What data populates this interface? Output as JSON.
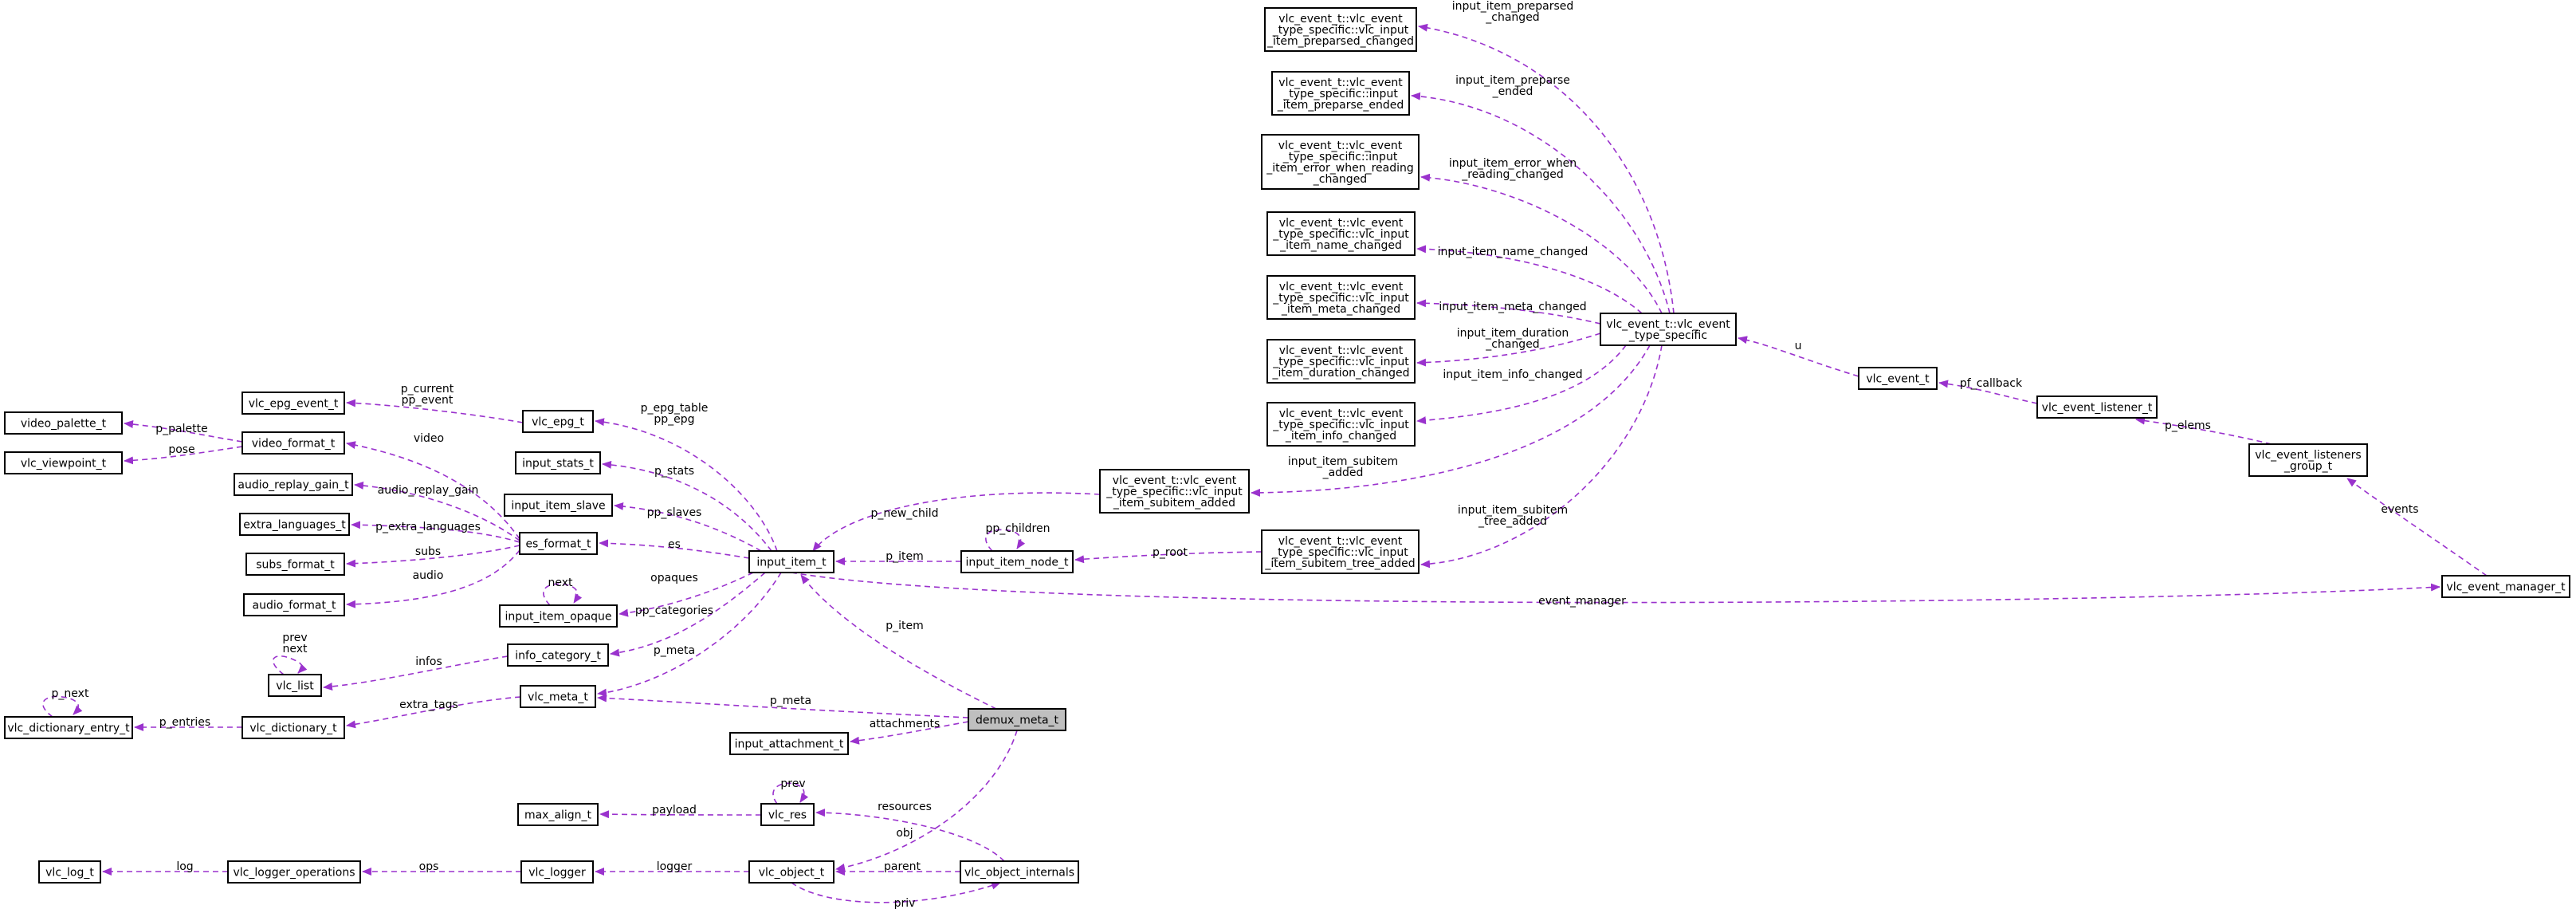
{
  "colors": {
    "edge": "#9a32cd",
    "node_border": "#000000",
    "node_fill": "#ffffff",
    "highlight_fill": "#bfbfbf"
  },
  "nodes": {
    "video_palette_t": "video_palette_t",
    "vlc_viewpoint_t": "vlc_viewpoint_t",
    "vlc_epg_event_t": "vlc_epg_event_t",
    "video_format_t": "video_format_t",
    "audio_replay_gain_t": "audio_replay_gain_t",
    "extra_languages_t": "extra_languages_t",
    "subs_format_t": "subs_format_t",
    "audio_format_t": "audio_format_t",
    "vlc_list": "vlc_list",
    "vlc_dictionary_entry_t": "vlc_dictionary_entry_t",
    "vlc_dictionary_t": "vlc_dictionary_t",
    "vlc_log_t": "vlc_log_t",
    "vlc_logger_operations": "vlc_logger_operations",
    "vlc_logger": "vlc_logger",
    "max_align_t": "max_align_t",
    "vlc_epg_t": "vlc_epg_t",
    "input_stats_t": "input_stats_t",
    "input_item_slave": "input_item_slave",
    "es_format_t": "es_format_t",
    "input_item_opaque": "input_item_opaque",
    "info_category_t": "info_category_t",
    "vlc_meta_t": "vlc_meta_t",
    "input_attachment_t": "input_attachment_t",
    "input_item_t": "input_item_t",
    "vlc_res": "vlc_res",
    "vlc_object_t": "vlc_object_t",
    "input_item_node_t": "input_item_node_t",
    "demux_meta_t": "demux_meta_t",
    "vlc_object_internals": "vlc_object_internals",
    "ev_subitem_added": [
      "vlc_event_t::vlc_event",
      "_type_specific::vlc_input",
      "_item_subitem_added"
    ],
    "ev_subitem_tree_added": [
      "vlc_event_t::vlc_event",
      "_type_specific::vlc_input",
      "_item_subitem_tree_added"
    ],
    "ev_preparsed_changed": [
      "vlc_event_t::vlc_event",
      "_type_specific::vlc_input",
      "_item_preparsed_changed"
    ],
    "ev_preparse_ended": [
      "vlc_event_t::vlc_event",
      "_type_specific::input",
      "_item_preparse_ended"
    ],
    "ev_error_when_reading": [
      "vlc_event_t::vlc_event",
      "_type_specific::input",
      "_item_error_when_reading",
      "_changed"
    ],
    "ev_name_changed": [
      "vlc_event_t::vlc_event",
      "_type_specific::vlc_input",
      "_item_name_changed"
    ],
    "ev_meta_changed": [
      "vlc_event_t::vlc_event",
      "_type_specific::vlc_input",
      "_item_meta_changed"
    ],
    "ev_duration_changed": [
      "vlc_event_t::vlc_event",
      "_type_specific::vlc_input",
      "_item_duration_changed"
    ],
    "ev_info_changed": [
      "vlc_event_t::vlc_event",
      "_type_specific::vlc_input",
      "_item_info_changed"
    ],
    "vlc_event_type_specific": [
      "vlc_event_t::vlc_event",
      "_type_specific"
    ],
    "vlc_event_t": "vlc_event_t",
    "vlc_event_listener_t": "vlc_event_listener_t",
    "vlc_event_listeners_group_t": [
      "vlc_event_listeners",
      "_group_t"
    ],
    "vlc_event_manager_t": "vlc_event_manager_t"
  },
  "edges": {
    "p_palette": "p_palette",
    "pose": "pose",
    "p_current_pp_event": [
      "p_current",
      "pp_event"
    ],
    "video": "video",
    "audio_replay_gain": "audio_replay_gain",
    "p_extra_languages": "p_extra_languages",
    "subs": "subs",
    "audio": "audio",
    "prev_next_list": [
      "prev",
      "next"
    ],
    "p_next": "p_next",
    "p_entries": "p_entries",
    "extra_tags": "extra_tags",
    "infos": "infos",
    "log": "log",
    "ops": "ops",
    "logger": "logger",
    "payload": "payload",
    "res_prev": "prev",
    "resources": "resources",
    "parent": "parent",
    "priv": "priv",
    "obj": "obj",
    "attachments": "attachments",
    "p_meta_demux": "p_meta",
    "p_item_demux": "p_item",
    "p_epg_table_pp_epg": [
      "p_epg_table",
      "pp_epg"
    ],
    "p_stats": "p_stats",
    "pp_slaves": "pp_slaves",
    "es": "es",
    "opaques": "opaques",
    "opaque_next": "next",
    "pp_categories": "pp_categories",
    "p_meta_item": "p_meta",
    "p_new_child": "p_new_child",
    "p_item_node": "p_item",
    "pp_children": "pp_children",
    "p_root": "p_root",
    "event_manager": "event_manager",
    "input_item_preparsed_changed": [
      "input_item_preparsed",
      "_changed"
    ],
    "input_item_preparse_ended": [
      "input_item_preparse",
      "_ended"
    ],
    "input_item_error_when_reading_changed": [
      "input_item_error_when",
      "_reading_changed"
    ],
    "input_item_name_changed": "input_item_name_changed",
    "input_item_meta_changed": "input_item_meta_changed",
    "input_item_duration_changed": [
      "input_item_duration",
      "_changed"
    ],
    "input_item_info_changed": "input_item_info_changed",
    "input_item_subitem_added": [
      "input_item_subitem",
      "_added"
    ],
    "input_item_subitem_tree_added": [
      "input_item_subitem",
      "_tree_added"
    ],
    "u": "u",
    "pf_callback": "pf_callback",
    "p_elems": "p_elems",
    "events": "events"
  }
}
